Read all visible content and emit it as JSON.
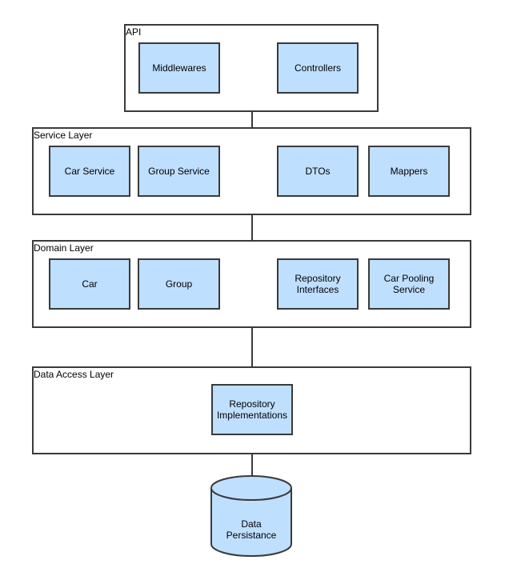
{
  "layers": {
    "api": {
      "label": "API",
      "boxes": [
        "Middlewares",
        "Controllers"
      ]
    },
    "service": {
      "label": "Service Layer",
      "boxes": [
        "Car Service",
        "Group Service",
        "DTOs",
        "Mappers"
      ]
    },
    "domain": {
      "label": "Domain Layer",
      "boxes": [
        "Car",
        "Group",
        "Repository\nInterfaces",
        "Car Pooling\nService"
      ]
    },
    "data_access": {
      "label": "Data Access Layer",
      "boxes": [
        "Repository\nImplementations"
      ]
    }
  },
  "database": {
    "label": "Data\nPersistance"
  },
  "colors": {
    "box_fill": "#bfdfff",
    "stroke": "#3a3a3a"
  }
}
